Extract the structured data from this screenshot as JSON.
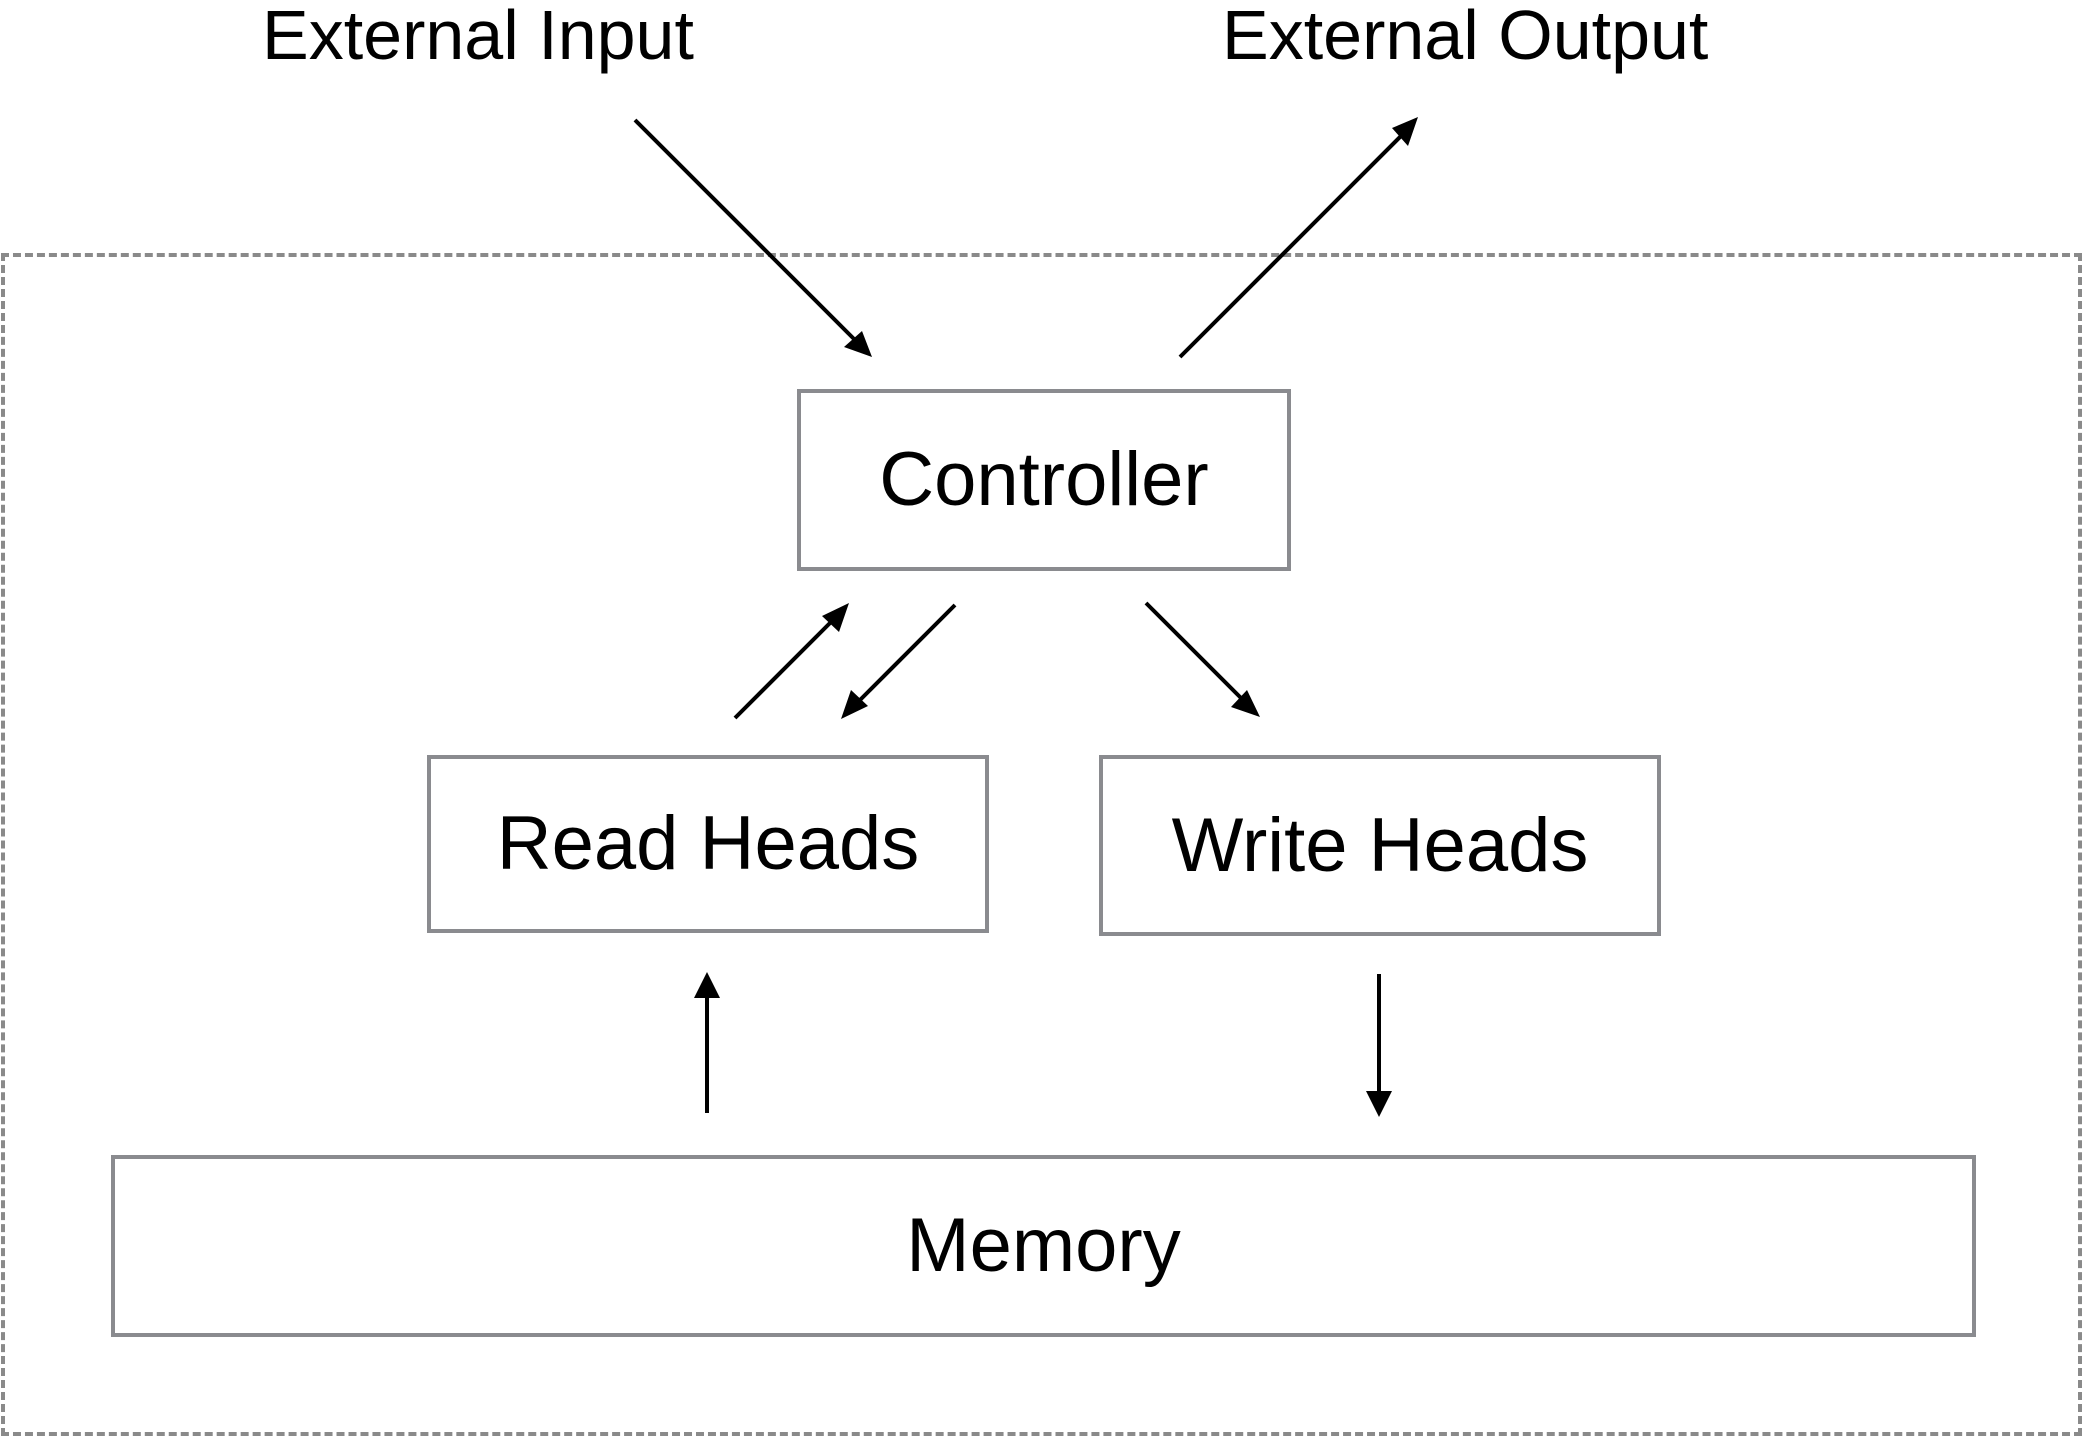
{
  "external": {
    "input_label": "External Input",
    "output_label": "External Output"
  },
  "nodes": {
    "controller": "Controller",
    "read_heads": "Read Heads",
    "write_heads": "Write Heads",
    "memory": "Memory"
  },
  "edges": [
    {
      "from": "External Input",
      "to": "Controller"
    },
    {
      "from": "Controller",
      "to": "External Output"
    },
    {
      "from": "Read Heads",
      "to": "Controller"
    },
    {
      "from": "Controller",
      "to": "Read Heads"
    },
    {
      "from": "Controller",
      "to": "Write Heads"
    },
    {
      "from": "Memory",
      "to": "Read Heads"
    },
    {
      "from": "Write Heads",
      "to": "Memory"
    }
  ],
  "colors": {
    "box_border": "#8a8b8f",
    "boundary": "#8a8a8a",
    "arrow": "#000000"
  }
}
